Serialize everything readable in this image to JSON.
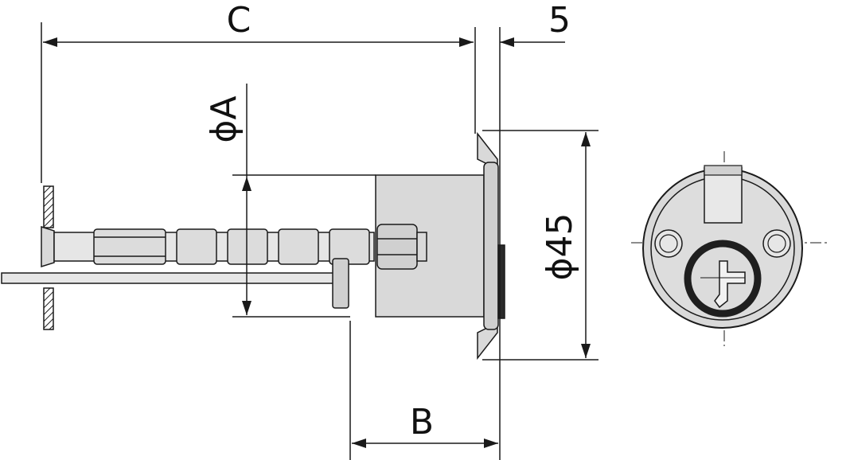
{
  "dimensions": {
    "overall_length": "C",
    "flange_thickness": "5",
    "spindle_diameter": "ϕA",
    "body_length": "B",
    "rose_diameter": "ϕ45"
  },
  "colors": {
    "line": "#1a1a1a",
    "body_fill": "#d9d9d9",
    "light_fill": "#e6e6e6",
    "dark_ring": "#1f1f1f",
    "background": "#ffffff"
  }
}
